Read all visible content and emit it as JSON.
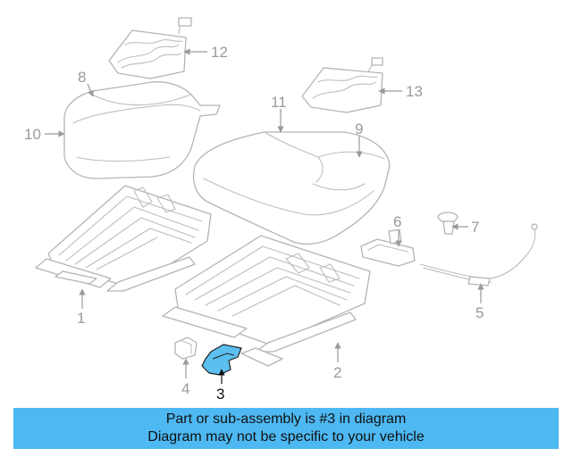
{
  "diagram": {
    "callouts": {
      "c1": "1",
      "c2": "2",
      "c3": "3",
      "c4": "4",
      "c5": "5",
      "c6": "6",
      "c7": "7",
      "c8": "8",
      "c9": "9",
      "c10": "10",
      "c11": "11",
      "c12": "12",
      "c13": "13"
    },
    "highlighted_part": "3",
    "highlight_color": "#5bc0f0",
    "line_color": "#b4b4b4"
  },
  "banner": {
    "line1": "Part or sub-assembly is #3 in diagram",
    "line2": "Diagram may not be specific to your vehicle",
    "background": "#4db8f2"
  }
}
